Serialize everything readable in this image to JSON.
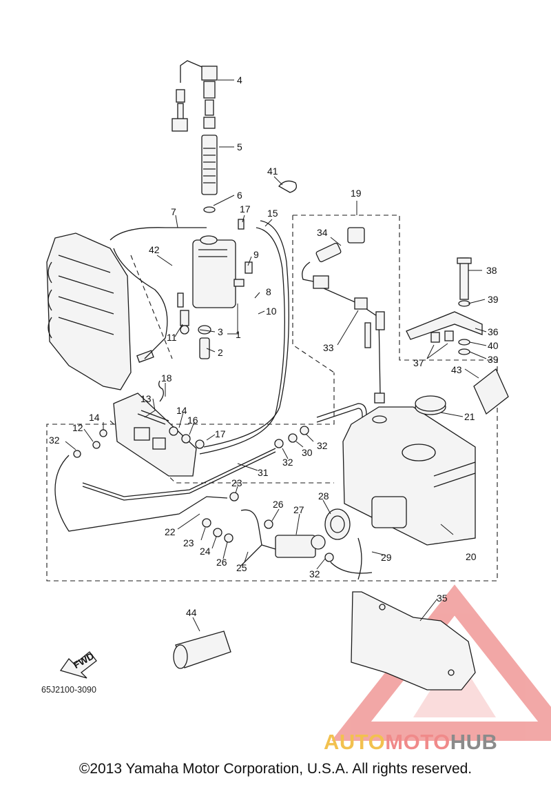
{
  "diagram": {
    "drawing_code": "65J2100-3090",
    "fwd_label": "FWD",
    "copyright": "©2013 Yamaha Motor Corporation, U.S.A. All rights reserved.",
    "watermark": {
      "part1": "AUTO",
      "part2": "MOTO",
      "part3": "HUB"
    },
    "callouts": [
      "1",
      "2",
      "3",
      "4",
      "5",
      "6",
      "7",
      "8",
      "9",
      "10",
      "11",
      "12",
      "13",
      "14",
      "14",
      "15",
      "16",
      "17",
      "17",
      "18",
      "19",
      "20",
      "21",
      "22",
      "23",
      "23",
      "24",
      "25",
      "26",
      "26",
      "27",
      "28",
      "29",
      "30",
      "31",
      "32",
      "32",
      "32",
      "32",
      "33",
      "34",
      "35",
      "36",
      "37",
      "38",
      "39",
      "39",
      "40",
      "41",
      "42",
      "43",
      "44"
    ]
  },
  "colors": {
    "line": "#1a1a1a",
    "watermark_red": "#e8615f",
    "watermark_yellow": "#f2c14f",
    "watermark_gray": "#8b8b8b"
  }
}
